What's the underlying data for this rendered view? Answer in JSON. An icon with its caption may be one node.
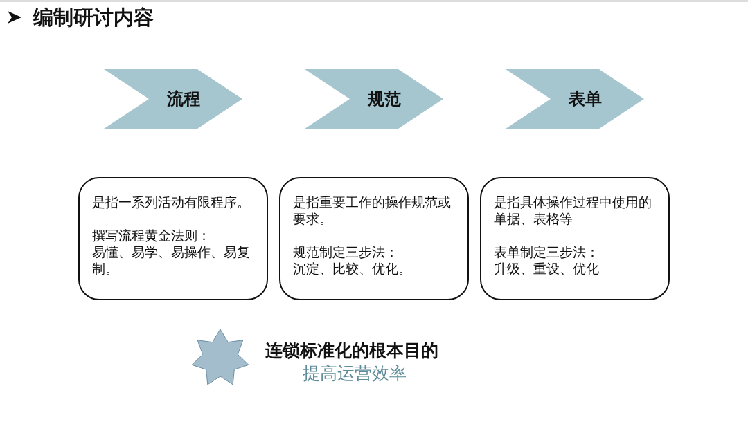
{
  "diagram": {
    "title": "编制研讨内容",
    "nodes": [
      {
        "text": [
          "流程"
        ]
      },
      {
        "text": [
          "规范"
        ]
      },
      {
        "text": [
          "表单"
        ]
      },
      {
        "text": [
          "是指一系列活动有限程序。",
          "撰写流程黄金法则：",
          "易懂、易学、易操作、易复制。"
        ]
      },
      {
        "text": [
          "是指重要工作的操作规范或要求。",
          "规范制定三步法：",
          "沉淀、比较、优化。"
        ]
      },
      {
        "text": [
          "是指具体操作过程中使用的单据、表格等",
          "表单制定三步法：",
          "升级、重设、优化"
        ]
      }
    ],
    "labels": [
      "连锁标准化的根本目的",
      "提高运营效率"
    ]
  }
}
